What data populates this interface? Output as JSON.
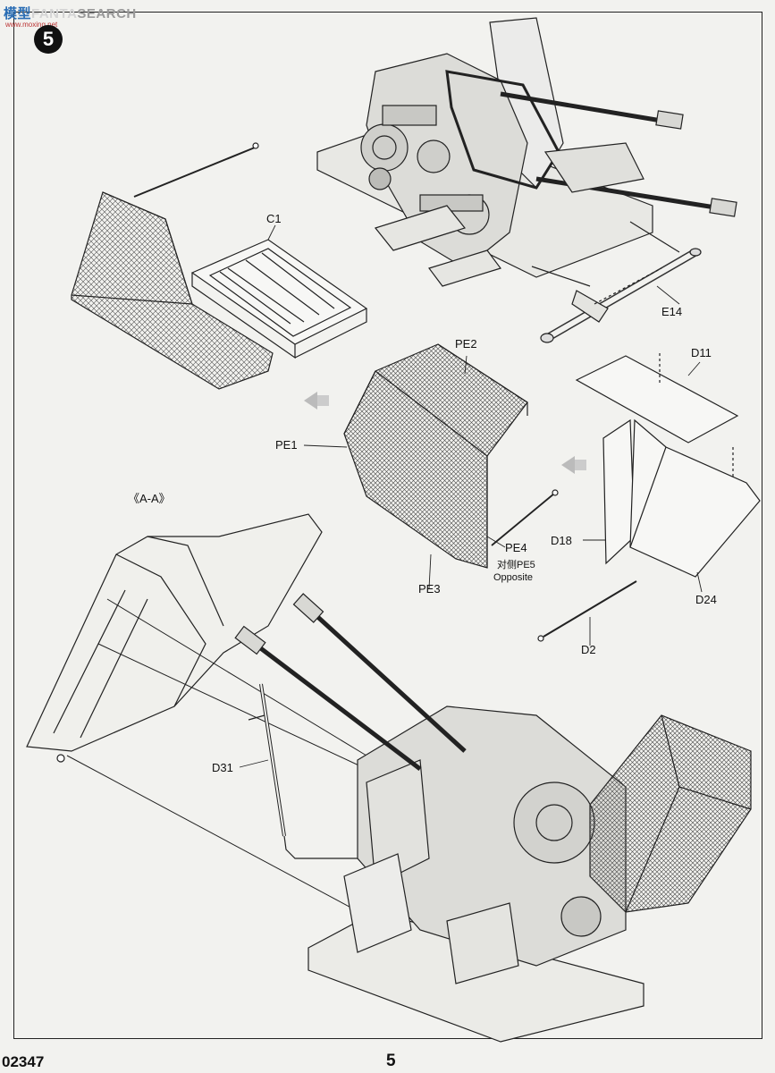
{
  "header": {
    "logo_cn": "模型",
    "logo_mid": "FANTA",
    "logo_text": "SEARCH",
    "logo_url": "www.moxing.net",
    "step_number": "5"
  },
  "callouts": {
    "c1": "C1",
    "e14": "E14",
    "pe2": "PE2",
    "d11": "D11",
    "pe1": "PE1",
    "pe4": "PE4",
    "pe5_cn": "对侧",
    "pe5": "PE5",
    "opposite": "Opposite",
    "pe3": "PE3",
    "d18": "D18",
    "d24": "D24",
    "d2": "D2",
    "d31": "D31",
    "section": "《A-A》"
  },
  "footer": {
    "code": "02347",
    "page": "5"
  }
}
